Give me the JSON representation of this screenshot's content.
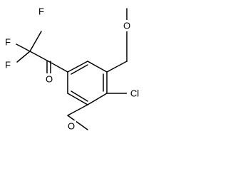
{
  "diagram": {
    "type": "chemical-structure",
    "atoms": {
      "f_top": "F",
      "f_left": "F",
      "f_bottom": "F",
      "o_carbonyl": "O",
      "o_methoxy_top": "O",
      "cl": "Cl",
      "o_methoxy_bottom": "O"
    },
    "colors": {
      "bond": "#000000",
      "label": "#000000",
      "background": "#ffffff"
    }
  }
}
